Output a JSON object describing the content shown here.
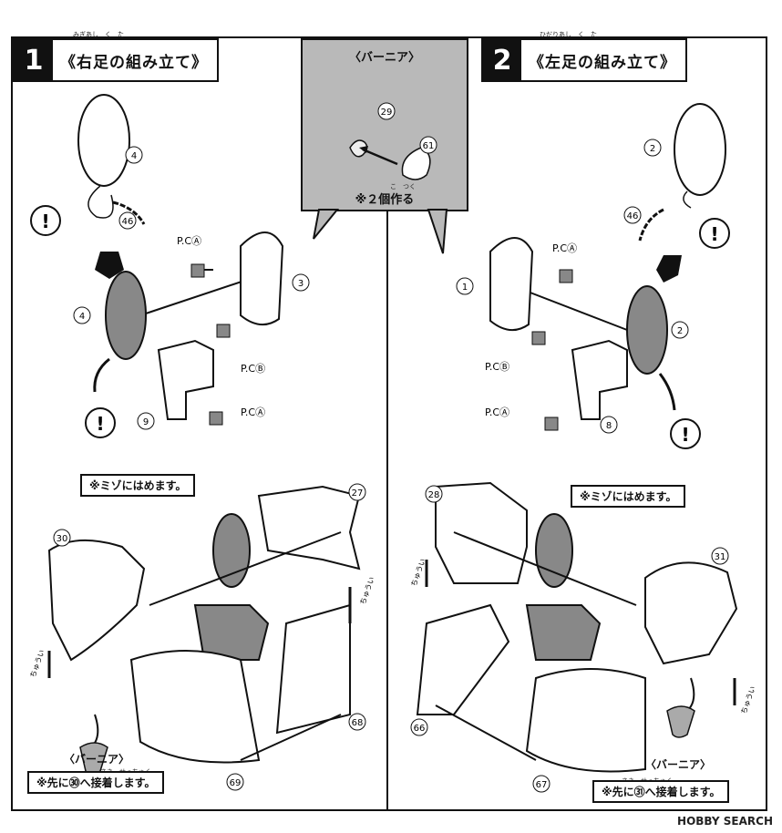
{
  "steps": [
    {
      "number": "1",
      "title": "《右足の組み立て》",
      "ruby": "みぎあし　く　た"
    },
    {
      "number": "2",
      "title": "《左足の組み立て》",
      "ruby": "ひだりあし　く　た"
    }
  ],
  "callout": {
    "label": "〈バーニア〉",
    "note": "※２個作る",
    "note_ruby": "こ　つく",
    "parts": [
      "29",
      "61"
    ]
  },
  "left_panel": {
    "parts": [
      "4",
      "46",
      "3",
      "9",
      "30",
      "27",
      "68",
      "69"
    ],
    "pc_labels": [
      "P.CⒶ",
      "P.CⒷ",
      "P.CⒶ"
    ],
    "groove_note": "※ミゾにはめます。",
    "vernier_label": "〈バーニア〉",
    "glue_note": "※先に㉚へ接着します。",
    "glue_ruby": "さき　せっちゃく",
    "side_marks": [
      "ちゅうい",
      "ちゅうい"
    ]
  },
  "right_panel": {
    "parts": [
      "2",
      "46",
      "1",
      "8",
      "28",
      "31",
      "66",
      "67"
    ],
    "pc_labels": [
      "P.CⒶ",
      "P.CⒷ",
      "P.CⒶ"
    ],
    "groove_note": "※ミゾにはめます。",
    "vernier_label": "〈バーニア〉",
    "glue_note": "※先に㉛へ接着します。",
    "glue_ruby": "さき　せっちゃく",
    "side_marks": [
      "ちゅうい",
      "ちゅうい"
    ]
  },
  "watermark": "HOBBY SEARCH"
}
